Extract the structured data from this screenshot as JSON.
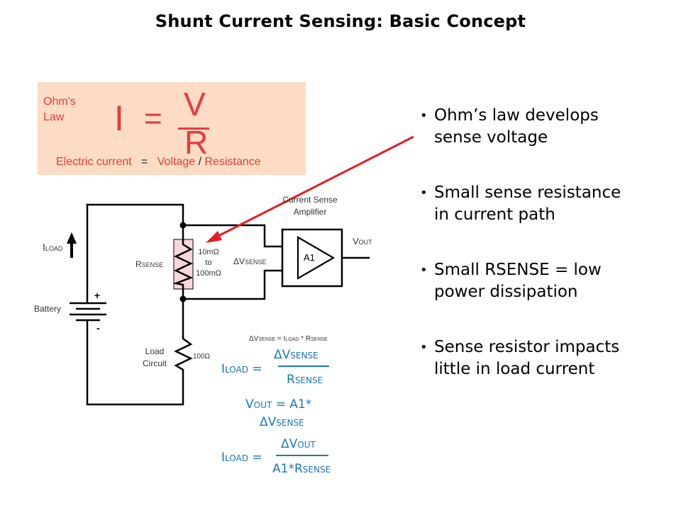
{
  "slide": {
    "title": "Shunt Current Sensing: Basic Concept"
  },
  "ohms_law": {
    "label_line1": "Ohm's",
    "label_line2": "Law",
    "I": "I",
    "equals": "=",
    "V": "V",
    "R": "R",
    "words_current": "Electric current",
    "words_equals": "=",
    "words_voltage": "Voltage",
    "words_slash": "/",
    "words_resistance": "Resistance",
    "colors": {
      "background": "#fcdcc4",
      "text": "#ea3a3e"
    }
  },
  "circuit": {
    "iload_main": "I",
    "iload_sub": "LOAD",
    "rsense_main": "R",
    "rsense_sub": "SENSE",
    "rsense_value_line1": "10mΩ",
    "rsense_value_line2": "to",
    "rsense_value_line3": "100mΩ",
    "dvsense_main": "ΔV",
    "dvsense_sub": "SENSE",
    "amp_title_line1": "Current Sense",
    "amp_title_line2": "Amplifier",
    "amp_label": "A1",
    "vout_main": "V",
    "vout_sub": "OUT",
    "battery_label": "Battery",
    "battery_plus": "+",
    "battery_minus": "-",
    "load_label_line1": "Load",
    "load_label_line2": "Circuit",
    "load_value": "100Ω",
    "small_eq": {
      "dv": "ΔV",
      "dv_sub": "SENSE",
      "eq": " = I",
      "i_sub": "LOAD",
      "times": " * R",
      "r_sub": "SENSE"
    },
    "colors": {
      "wire": "#000000",
      "rsense_highlight": "#f9d7dc",
      "arrow": "#e41e26"
    }
  },
  "equations": {
    "eq1": {
      "lhs": "I",
      "lhs_sub": "LOAD",
      "equals": "=",
      "num": "ΔV",
      "num_sub": "SENSE",
      "den": "R",
      "den_sub": "SENSE"
    },
    "eq2": {
      "line1_main": "V",
      "line1_sub": "OUT",
      "line1_rest": " = A1*",
      "line2_main": "ΔV",
      "line2_sub": "SENSE"
    },
    "eq3": {
      "lhs": "I",
      "lhs_sub": "LOAD",
      "equals": "=",
      "num": "ΔV",
      "num_sub": "OUT",
      "den": "A1*R",
      "den_sub": "SENSE"
    },
    "color": "#1b75bb"
  },
  "bullets": [
    {
      "line1": "Ohm’s law develops",
      "line2": "sense voltage"
    },
    {
      "line1": "Small sense resistance",
      "line2": "in current path"
    },
    {
      "line1": "Small RSENSE = low",
      "line2": "power dissipation"
    },
    {
      "line1": "Sense resistor impacts",
      "line2": "little in load current"
    }
  ],
  "bullet_glyph": "•"
}
